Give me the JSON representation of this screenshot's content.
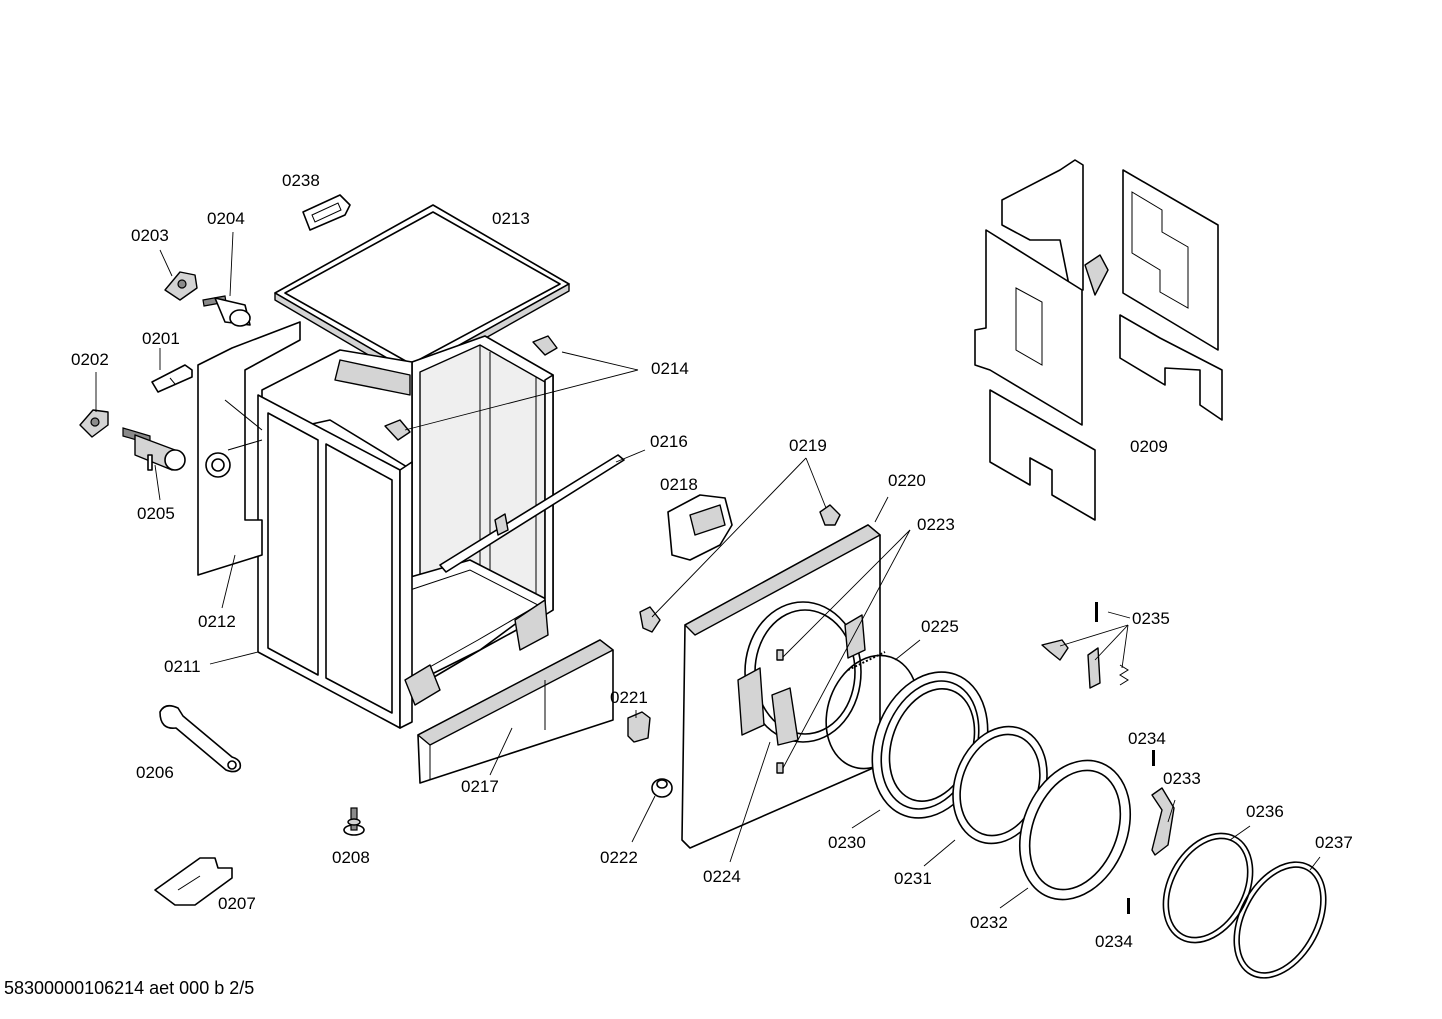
{
  "labels": {
    "p0201": "0201",
    "p0202": "0202",
    "p0203": "0203",
    "p0204": "0204",
    "p0205": "0205",
    "p0206": "0206",
    "p0207": "0207",
    "p0208": "0208",
    "p0209": "0209",
    "p0211": "0211",
    "p0212": "0212",
    "p0213": "0213",
    "p0214": "0214",
    "p0216": "0216",
    "p0217": "0217",
    "p0218": "0218",
    "p0219": "0219",
    "p0220": "0220",
    "p0221": "0221",
    "p0222": "0222",
    "p0223": "0223",
    "p0224": "0224",
    "p0225": "0225",
    "p0230": "0230",
    "p0231": "0231",
    "p0232": "0232",
    "p0233": "0233",
    "p0234a": "0234",
    "p0234b": "0234",
    "p0235": "0235",
    "p0236": "0236",
    "p0237": "0237",
    "p0238": "0238"
  },
  "footer": "58300000106214 aet 000 b 2/5"
}
